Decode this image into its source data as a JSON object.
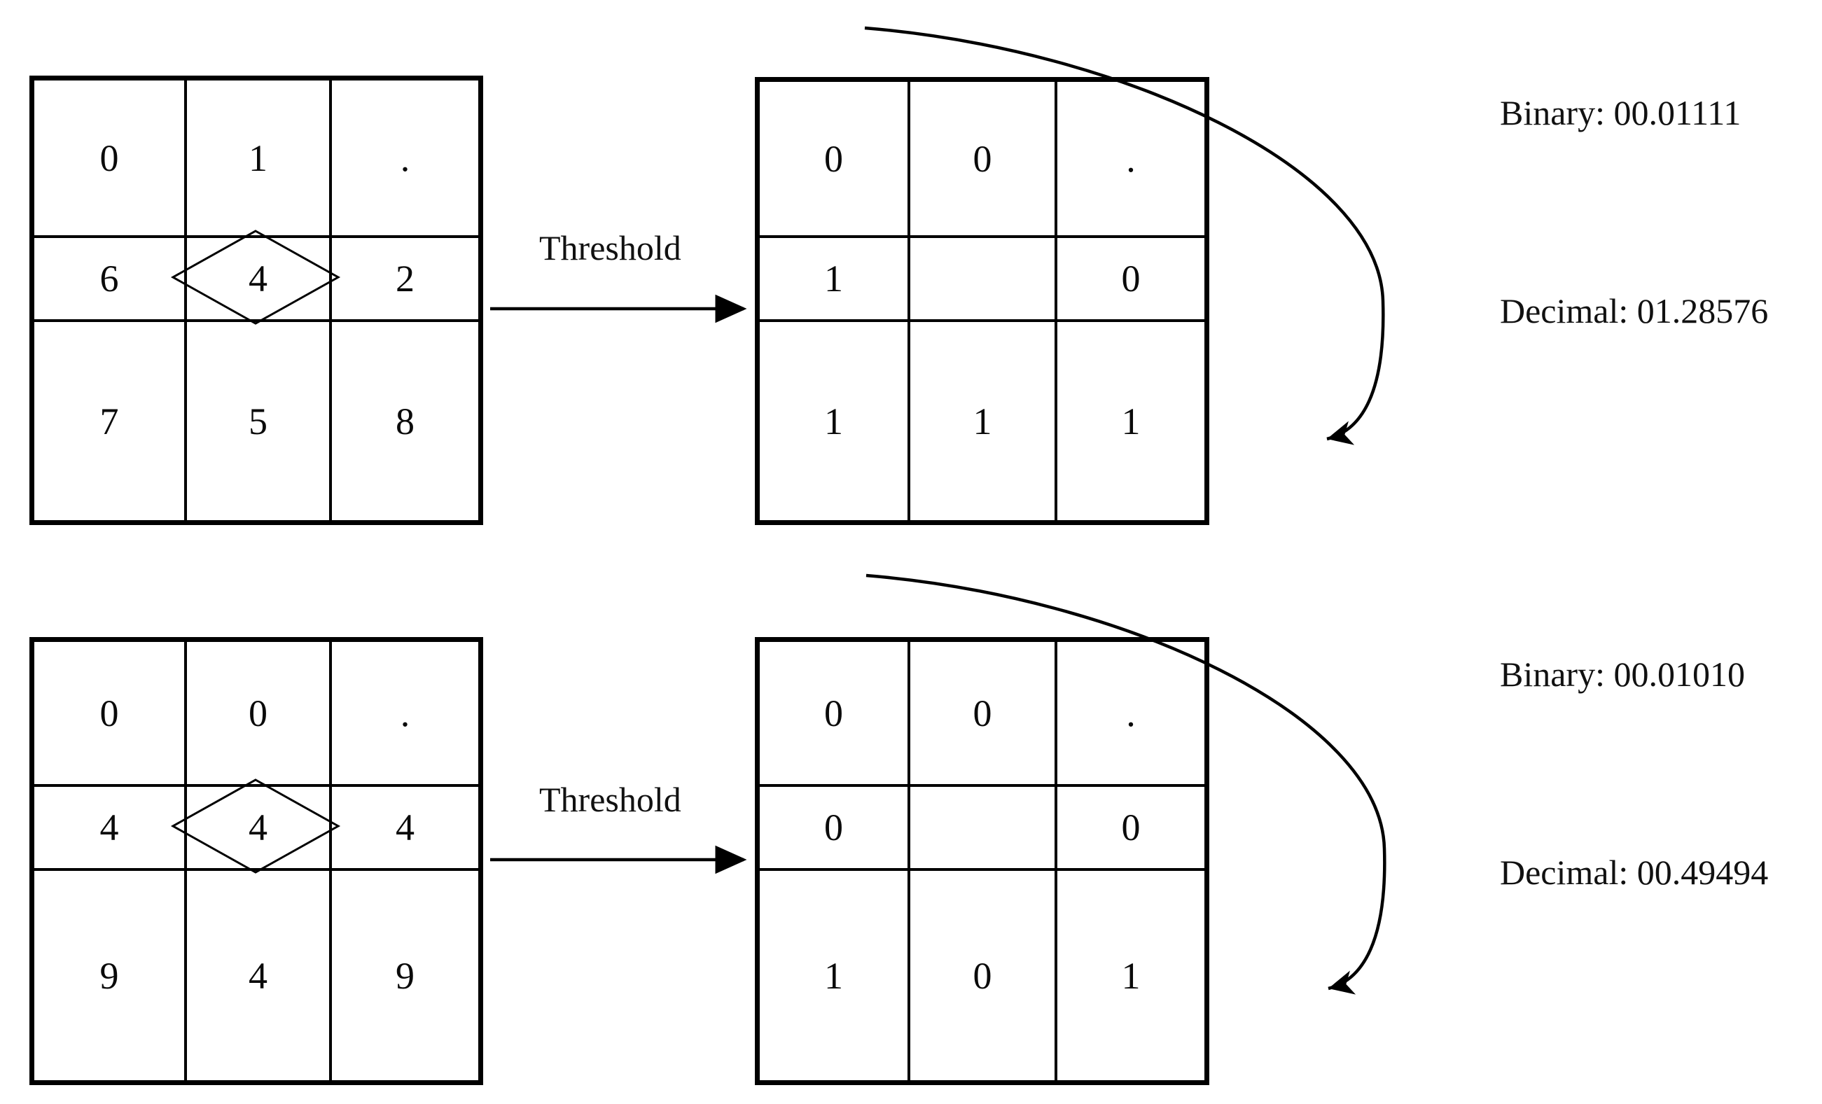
{
  "figure": {
    "sections": [
      {
        "id": "top",
        "source_grid": {
          "name": "pixel-neighborhood-grid",
          "rows": [
            [
              "0",
              "1",
              "."
            ],
            [
              "6",
              "4",
              "2"
            ],
            [
              "7",
              "5",
              "8"
            ]
          ],
          "center_value": "4",
          "center_highlight": "diamond"
        },
        "operation_label": "Threshold",
        "result_grid": {
          "name": "binary-pattern-grid",
          "rows": [
            [
              "0",
              "0",
              "."
            ],
            [
              "1",
              "",
              "0"
            ],
            [
              "1",
              "1",
              "1"
            ]
          ],
          "center_value": ""
        },
        "binary_label": "Binary: 00.01111",
        "decimal_label": "Decimal: 01.28576"
      },
      {
        "id": "bottom",
        "source_grid": {
          "name": "pixel-neighborhood-grid",
          "rows": [
            [
              "0",
              "0",
              "."
            ],
            [
              "4",
              "4",
              "4"
            ],
            [
              "9",
              "4",
              "9"
            ]
          ],
          "center_value": "4",
          "center_highlight": "diamond"
        },
        "operation_label": "Threshold",
        "result_grid": {
          "name": "binary-pattern-grid",
          "rows": [
            [
              "0",
              "0",
              "."
            ],
            [
              "0",
              "",
              "0"
            ],
            [
              "1",
              "0",
              "1"
            ]
          ],
          "center_value": ""
        },
        "binary_label": "Binary: 00.01010",
        "decimal_label": "Decimal: 00.49494"
      }
    ],
    "colors": {
      "stroke": "#000000",
      "text": "#111111",
      "background": "#ffffff"
    }
  }
}
